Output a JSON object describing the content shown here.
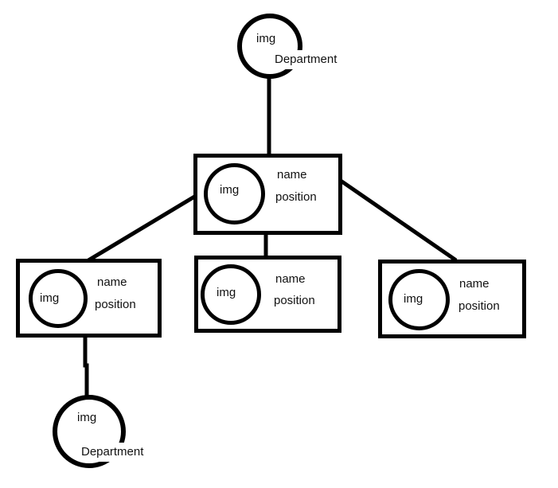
{
  "colors": {
    "background": "#ffffff",
    "stroke": "#000000",
    "text": "#111111"
  },
  "nodes": {
    "top_department": {
      "img": "img",
      "caption": "Department"
    },
    "root": {
      "img": "img",
      "name": "name",
      "position": "position"
    },
    "child_left": {
      "img": "img",
      "name": "name",
      "position": "position"
    },
    "child_center": {
      "img": "img",
      "name": "name",
      "position": "position"
    },
    "child_right": {
      "img": "img",
      "name": "name",
      "position": "position"
    },
    "bottom_department": {
      "img": "img",
      "caption": "Department"
    }
  }
}
